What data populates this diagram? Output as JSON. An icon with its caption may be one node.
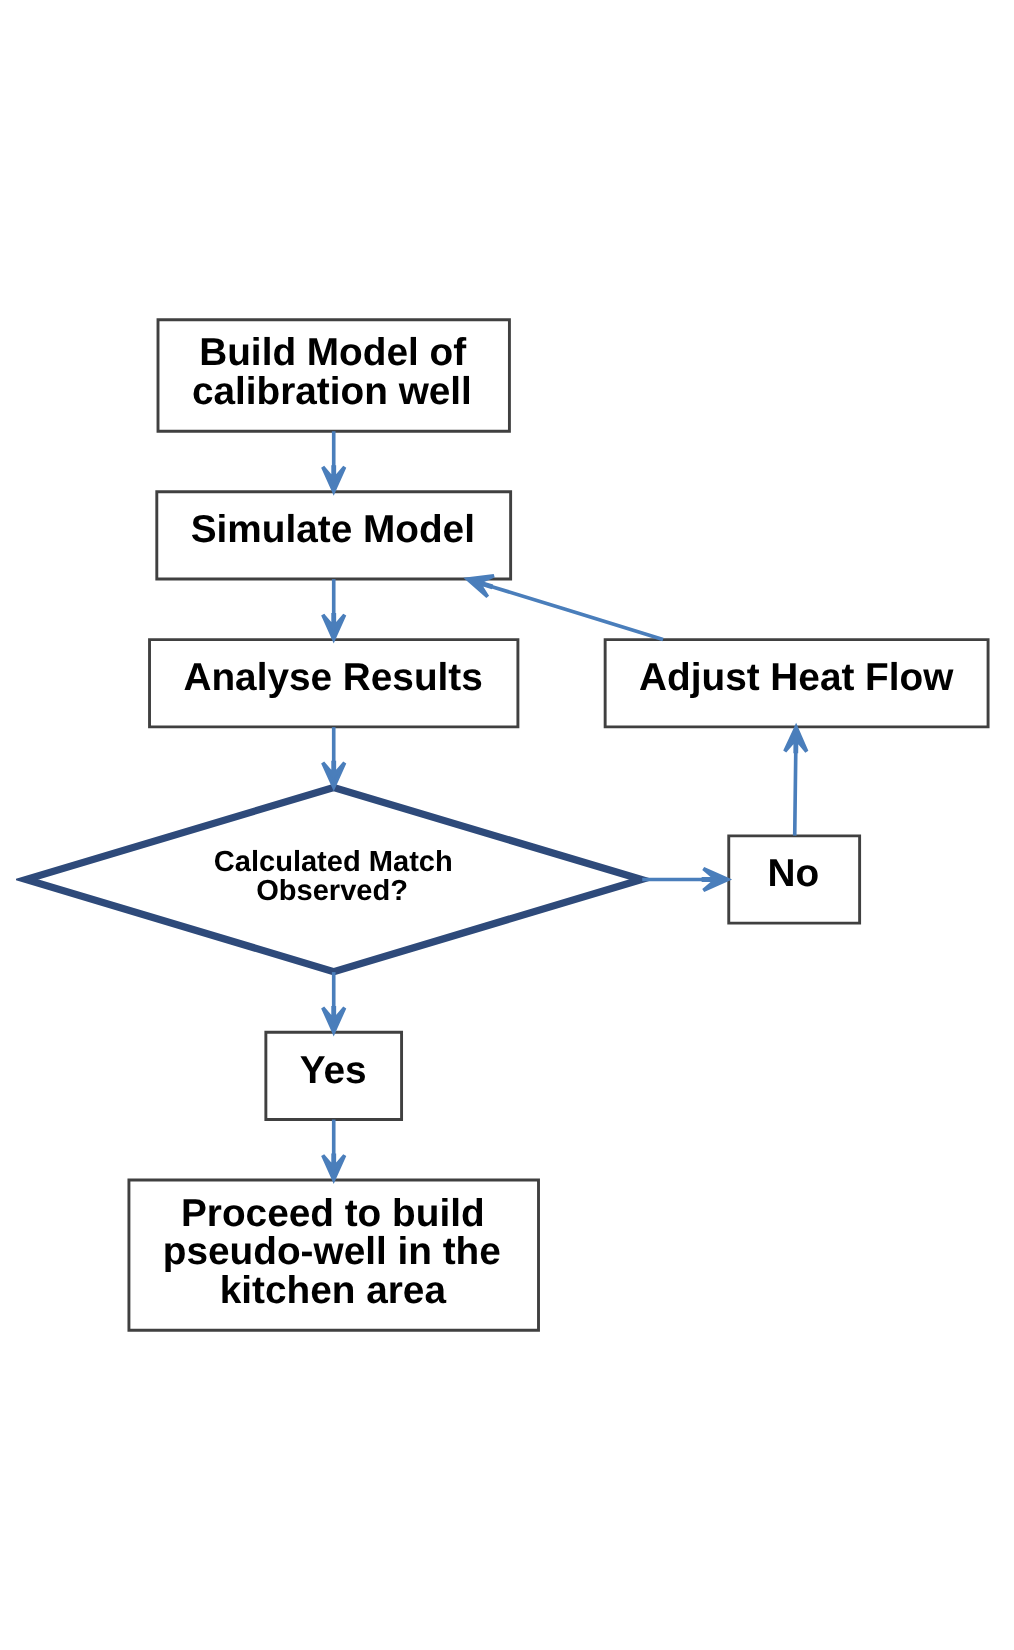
{
  "diagram": {
    "nodes": [
      {
        "text": [
          "Build Model of calibration well"
        ]
      },
      {
        "text": [
          "Simulate Model"
        ]
      },
      {
        "text": [
          "Analyse Results"
        ]
      },
      {
        "text": [
          "Calculated Match Observed?"
        ]
      },
      {
        "text": [
          "No"
        ]
      },
      {
        "text": [
          "Adjust Heat Flow"
        ]
      },
      {
        "text": [
          "Yes"
        ]
      },
      {
        "text": [
          "Proceed to build pseudo-well in the kitchen area"
        ]
      }
    ],
    "edges": [
      {
        "from": 0,
        "to": 1,
        "arrow": "to"
      },
      {
        "from": 1,
        "to": 2,
        "arrow": "to"
      },
      {
        "from": 2,
        "to": 3,
        "arrow": "to"
      },
      {
        "from": 3,
        "to": 4,
        "arrow": "to"
      },
      {
        "from": 4,
        "to": 5,
        "arrow": "to"
      },
      {
        "from": 5,
        "to": 1,
        "arrow": "to"
      },
      {
        "from": 3,
        "to": 6,
        "arrow": "to"
      },
      {
        "from": 6,
        "to": 7,
        "arrow": "to"
      }
    ]
  }
}
